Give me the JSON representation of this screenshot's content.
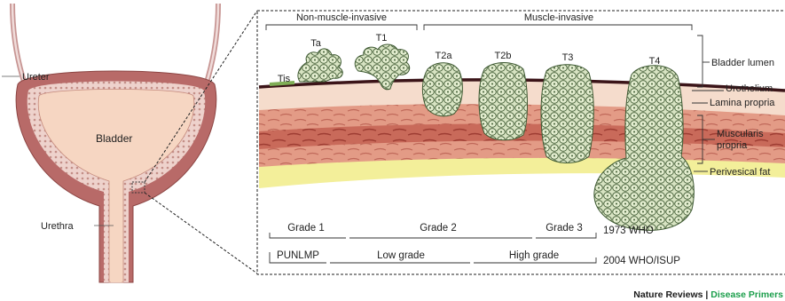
{
  "overview": {
    "ureter": "Ureter",
    "bladder": "Bladder",
    "urethra": "Urethra"
  },
  "stage_groups": {
    "non_muscle": "Non-muscle-invasive",
    "muscle": "Muscle-invasive"
  },
  "stages": [
    "Tis",
    "Ta",
    "T1",
    "T2a",
    "T2b",
    "T3",
    "T4"
  ],
  "layers": {
    "lumen": "Bladder lumen",
    "urothelium": "Urothelium",
    "lamina": "Lamina propria",
    "muscularis": "Muscularis propria",
    "perivesical": "Perivesical fat"
  },
  "grading_1973": {
    "system": "1973 WHO",
    "grades": [
      "Grade 1",
      "Grade 2",
      "Grade 3"
    ]
  },
  "grading_2004": {
    "system": "2004 WHO/ISUP",
    "grades": [
      "PUNLMP",
      "Low grade",
      "High grade"
    ]
  },
  "credit": {
    "journal": "Nature Reviews",
    "separator": "|",
    "series": "Disease Primers"
  },
  "colors": {
    "bladder_wall": "#b86a68",
    "bladder_lumen": "#f6d6c2",
    "muscle_dark": "#b8534a",
    "muscle_light": "#e6a08c",
    "fat": "#f3ef9a",
    "tumour_cell": "#d7e3c2",
    "cis": "#7fae56"
  }
}
